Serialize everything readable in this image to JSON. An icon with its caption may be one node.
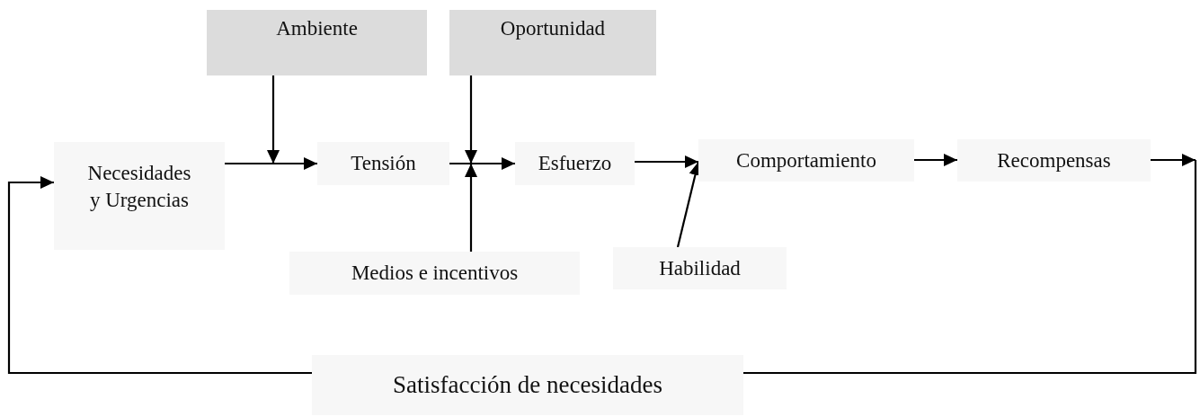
{
  "diagram": {
    "nodes": [
      {
        "text": [
          "Ambiente"
        ]
      },
      {
        "text": [
          "Oportunidad"
        ]
      },
      {
        "text": [
          "Necesidades y Urgencias"
        ]
      },
      {
        "text": [
          "Tensión"
        ]
      },
      {
        "text": [
          "Esfuerzo"
        ]
      },
      {
        "text": [
          "Comportamiento"
        ]
      },
      {
        "text": [
          "Recompensas"
        ]
      },
      {
        "text": [
          "Medios e incentivos"
        ]
      },
      {
        "text": [
          "Habilidad"
        ]
      },
      {
        "text": [
          "Satisfacción de necesidades"
        ]
      }
    ],
    "edges": [
      {
        "from": 2,
        "to": 3,
        "arrow": "to"
      },
      {
        "from": 0,
        "to": 3,
        "arrow": "to"
      },
      {
        "from": 3,
        "to": 4,
        "arrow": "to"
      },
      {
        "from": 1,
        "to": 3,
        "arrow": "to"
      },
      {
        "from": 7,
        "to": 3,
        "arrow": "to"
      },
      {
        "from": 4,
        "to": 5,
        "arrow": "to"
      },
      {
        "from": 8,
        "to": 5,
        "arrow": "to"
      },
      {
        "from": 5,
        "to": 6,
        "arrow": "to"
      },
      {
        "from": 6,
        "to": null,
        "arrow": "to"
      },
      {
        "from": 9,
        "to": 2,
        "arrow": "to"
      },
      {
        "from": null,
        "to": 9,
        "arrow": "none"
      }
    ]
  }
}
